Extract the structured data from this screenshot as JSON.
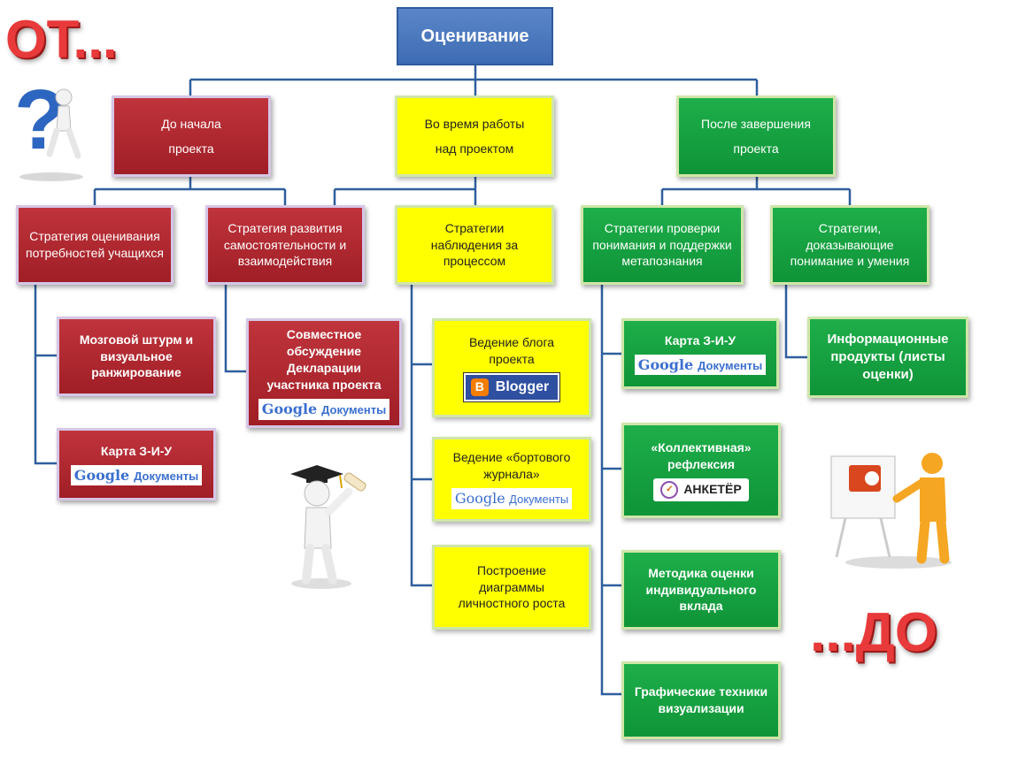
{
  "slogan_left": "ОТ...",
  "slogan_right": "...ДО",
  "root": "Оценивание",
  "phases": {
    "before": "До начала проекта",
    "during": "Во время работы над проектом",
    "after": "После завершения проекта"
  },
  "strategies": {
    "needs": "Стратегия оценивания потребностей учащихся",
    "independence": "Стратегия развития самостоятельности и взаимодействия",
    "observation": "Стратегии наблюдения за процессом",
    "understanding": "Стратегии проверки понимания и поддержки метапознания",
    "proof": "Стратегии, доказывающие понимание и умения"
  },
  "items": {
    "brainstorm": "Мозговой штурм и визуальное ранжирование",
    "kwl_left": "Карта З-И-У",
    "joint": "Совместное обсуждение Декларации участника проекта",
    "blog": "Ведение блога проекта",
    "logbook": "Ведение «бортового журнала»",
    "growth": "Построение диаграммы личностного роста",
    "kwl_right": "Карта З-И-У",
    "reflection": "«Коллективная» рефлексия",
    "method": "Методика оценки индивидуального вклада",
    "graphic": "Графические техники визуализации",
    "info": "Информационные продукты (листы оценки)"
  },
  "logos": {
    "google_word": "Google",
    "google_docs": "Документы",
    "blogger": "Blogger",
    "blogger_icon": "B",
    "anketer": "АНКЕТЁР"
  },
  "colors": {
    "root": "#4a78be",
    "red": "#b0262e",
    "yellow": "#ffff00",
    "green": "#16a040",
    "lines": "#2f5f9e"
  }
}
